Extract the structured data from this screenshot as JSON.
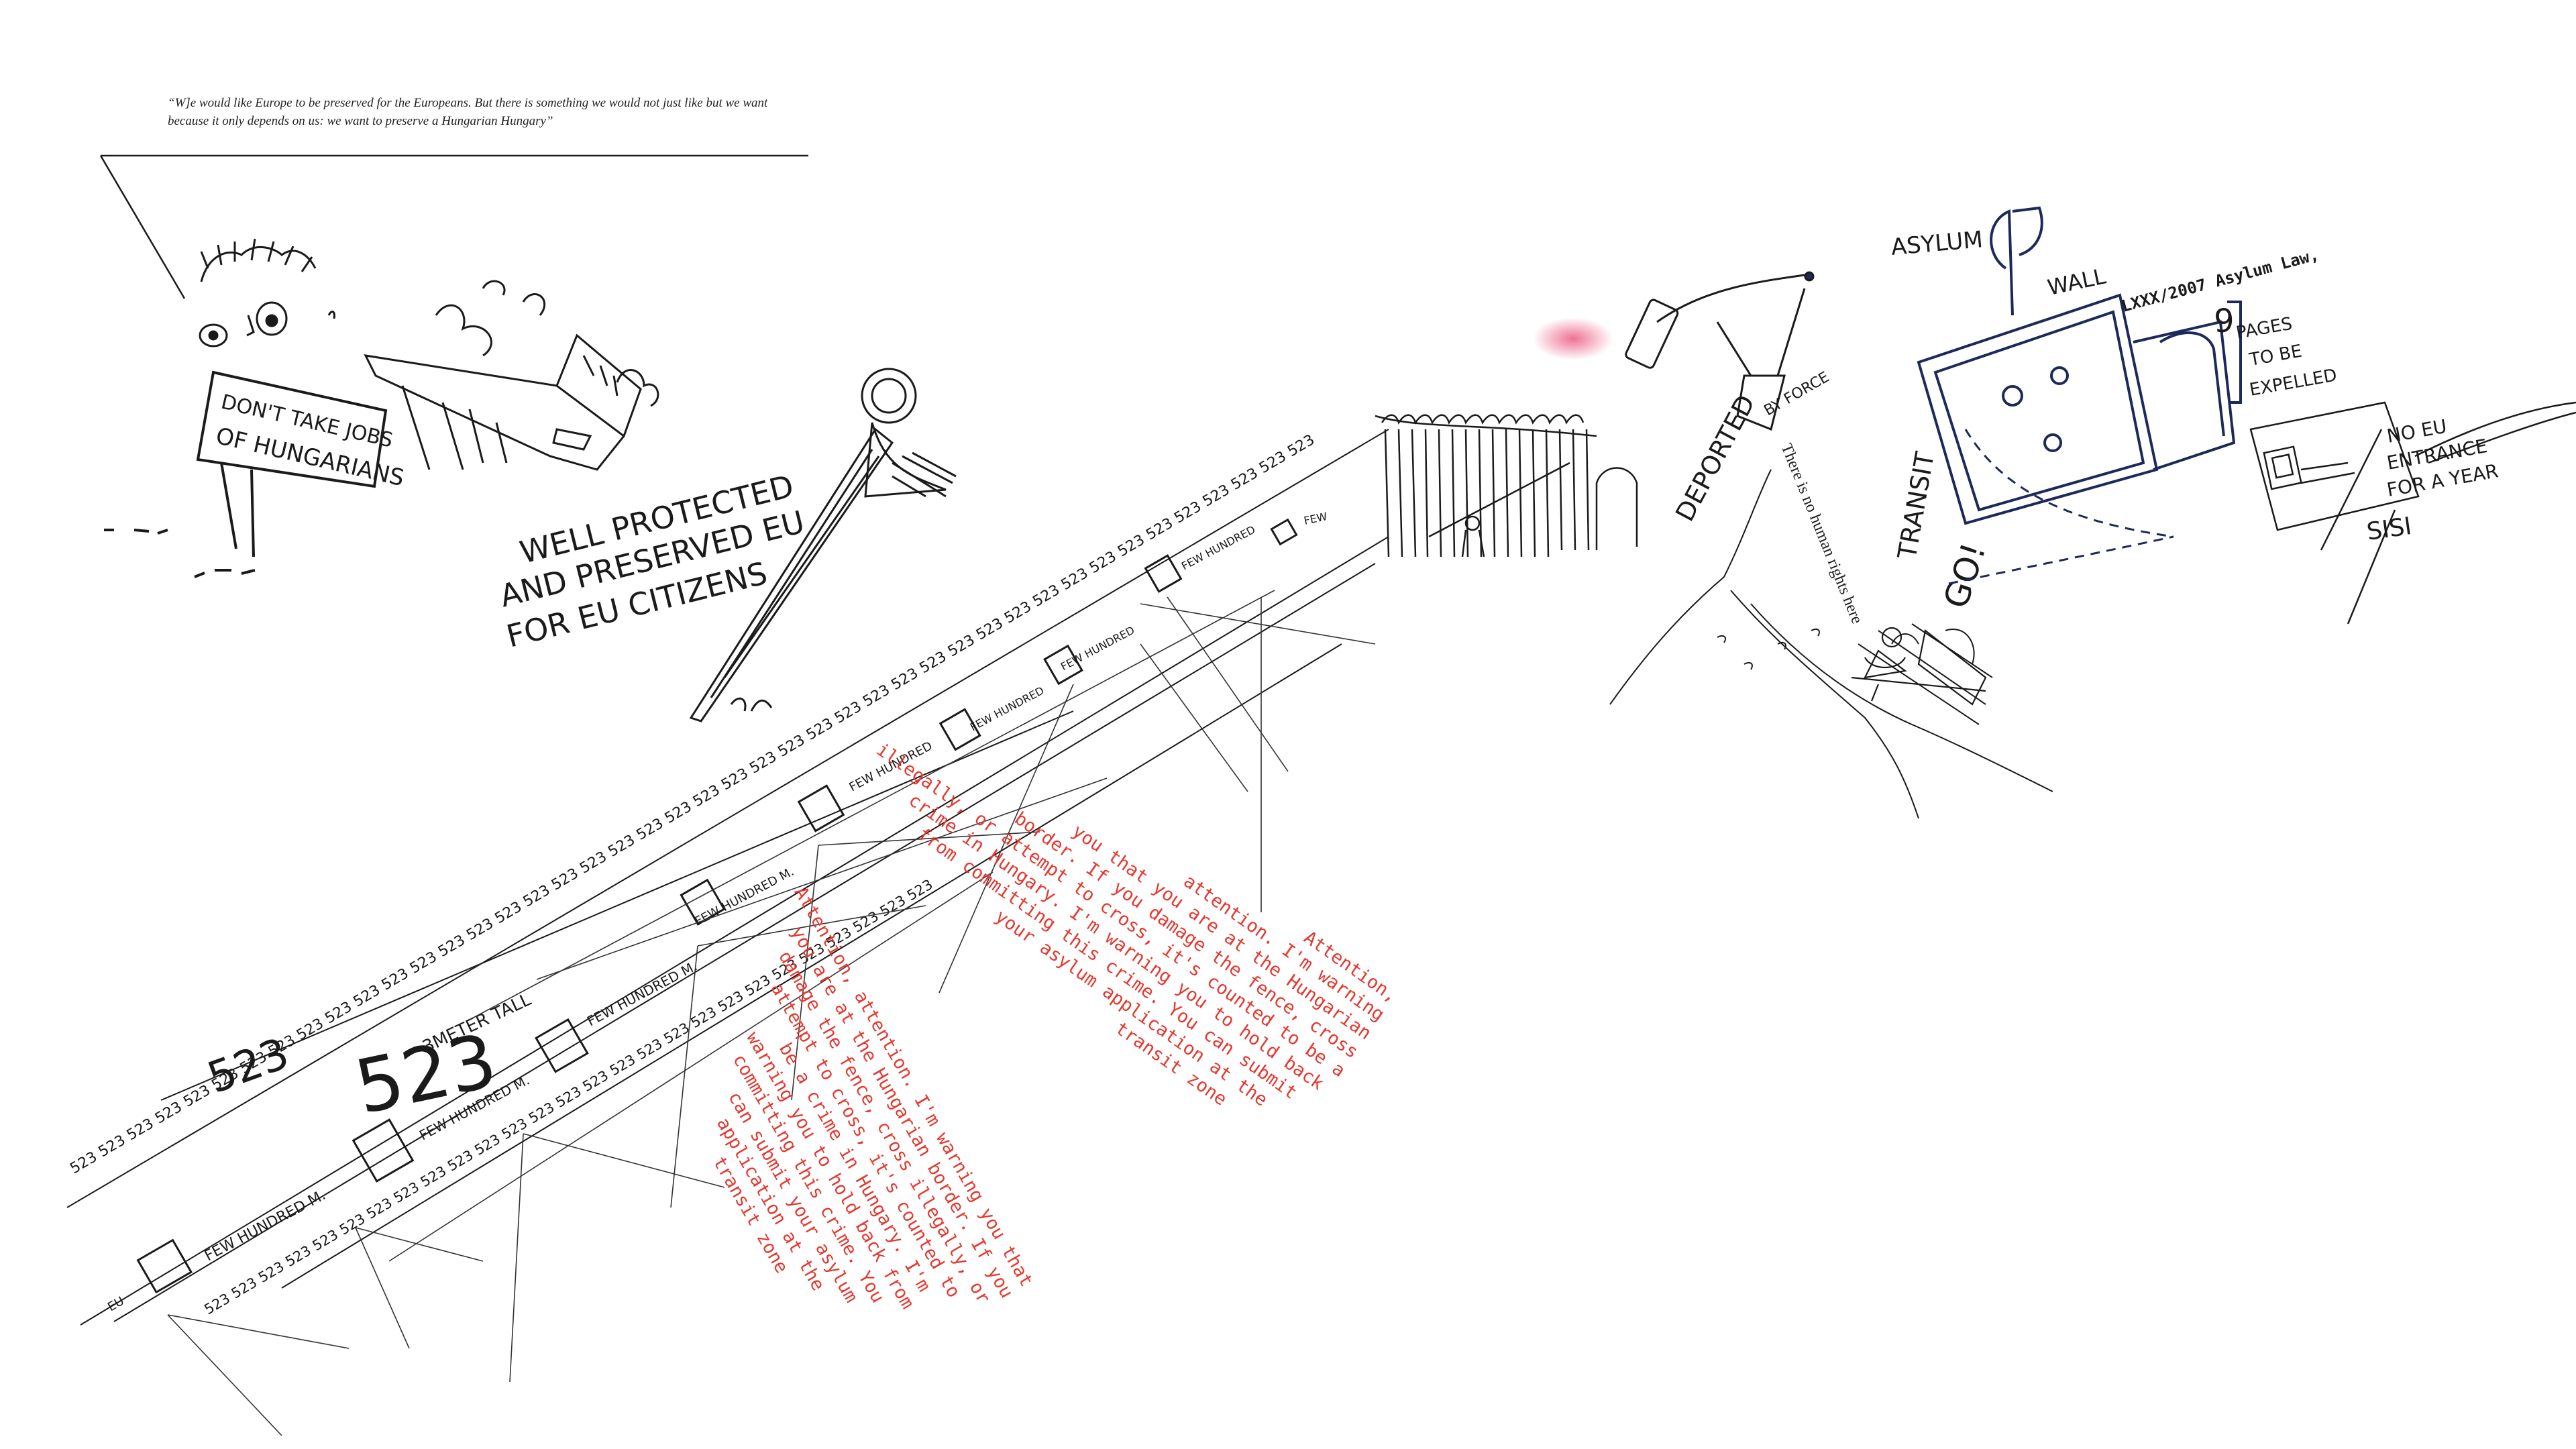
{
  "quote": {
    "text": "“W]e would like Europe to be preserved for the Europeans. But there is something we would not just like but we want because it only depends on us: we want to preserve a Hungarian Hungary”"
  },
  "signs": {
    "jobs_line1": "DON'T TAKE JOBS",
    "jobs_line2": "OF HUNGARIANS",
    "eu_line1": "WELL PROTECTED",
    "eu_line2": "AND PRESERVED EU",
    "eu_line3": "FOR EU CITIZENS"
  },
  "fence_labels": {
    "number_big": "523",
    "number_chain": "523 523 523 523 523 523 523 523 523 523 523 523 523 523 523 523 523 523 523 523 523 523 523 523 523 523 523 523 523 523 523 523 523 523 523 523 523 523 523 523 523 523 523 523",
    "number_chain_lower": "523 523 523 523 523 523 523 523 523 523 523 523 523 523 523 523 523 523 523 523 523 523 523 523 523 523 523",
    "meter": "3METER TALL",
    "few_hundred": "FEW HUNDRED M.",
    "few_hundred_short": "FEW HUNDRED",
    "few": "FEW",
    "eu": "EU"
  },
  "right": {
    "asylum": "ASYLUM",
    "wall": "WALL",
    "law": "LXXX/2007 Asylum Law,",
    "pages_number": "9",
    "pages_line1": "PAGES",
    "pages_line2": "TO BE",
    "pages_line3": "EXPELLED",
    "no_eu_line1": "NO EU",
    "no_eu_line2": "ENTRANCE",
    "no_eu_line3": "FOR A YEAR",
    "sisi": "SISI",
    "deported": "DEPORTED",
    "by_force": "BY FORCE",
    "no_rights": "There is no human rights here",
    "go": "GO!",
    "transit": "TRANSIT"
  },
  "warning_upper": [
    "Attention,",
    "attention. I'm warning",
    "you that you are at the Hungarian",
    "border. If you damage the fence, cross",
    "illegally, or attempt to cross, it's counted to be a",
    "crime in Hungary. I'm warning you to hold back",
    "from committing this crime. You can submit",
    "your asylum application at the",
    "transit zone"
  ],
  "warning_lower": [
    "Attention, attention. I'm warning you that",
    "you are at the Hungarian border. If you",
    "damage the fence, cross illegally, or",
    "attempt to cross, it's counted to",
    "be a crime in Hungary. I'm",
    "warning you to hold back from",
    "committing this crime. You",
    "can submit your asylum",
    "application at the",
    "transit zone"
  ],
  "colors": {
    "ink": "#1a1a1a",
    "navy_ink": "#1c2a5a",
    "warning_red": "#e5382f",
    "lipstick": "#e8426e"
  }
}
